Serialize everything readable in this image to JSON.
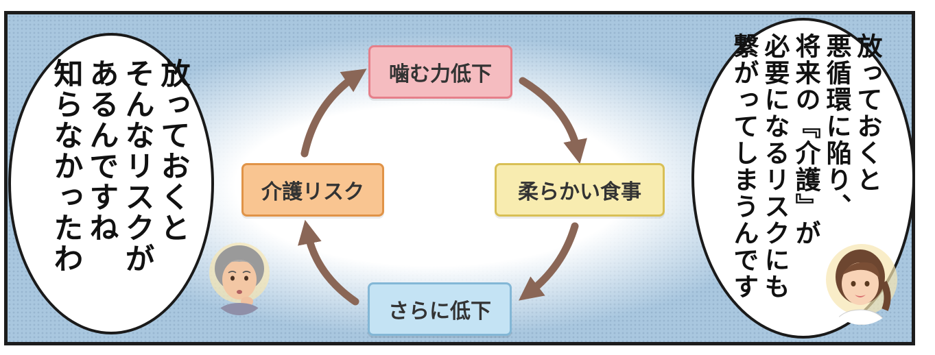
{
  "left_speech": {
    "lines": [
      "放っておくと",
      "そんなリスクが",
      "あるんですね",
      "知らなかったわ"
    ]
  },
  "right_speech": {
    "lines": [
      "放っておくと",
      "悪循環に陥り、",
      "将来の『介護』が",
      "必要になるリスクにも",
      "繋がってしまうんです"
    ]
  },
  "cycle": {
    "top": "噛む力低下",
    "right": "柔らかい食事",
    "bottom": "さらに低下",
    "left": "介護リスク",
    "colors": {
      "top": "#f5bcc0",
      "right": "#f8ecb0",
      "bottom": "#c4e3f4",
      "left": "#f9c591",
      "arrow": "#8a6656"
    }
  },
  "characters": {
    "left_icon": "elderly-woman-worried-icon",
    "right_icon": "young-woman-smiling-icon"
  }
}
